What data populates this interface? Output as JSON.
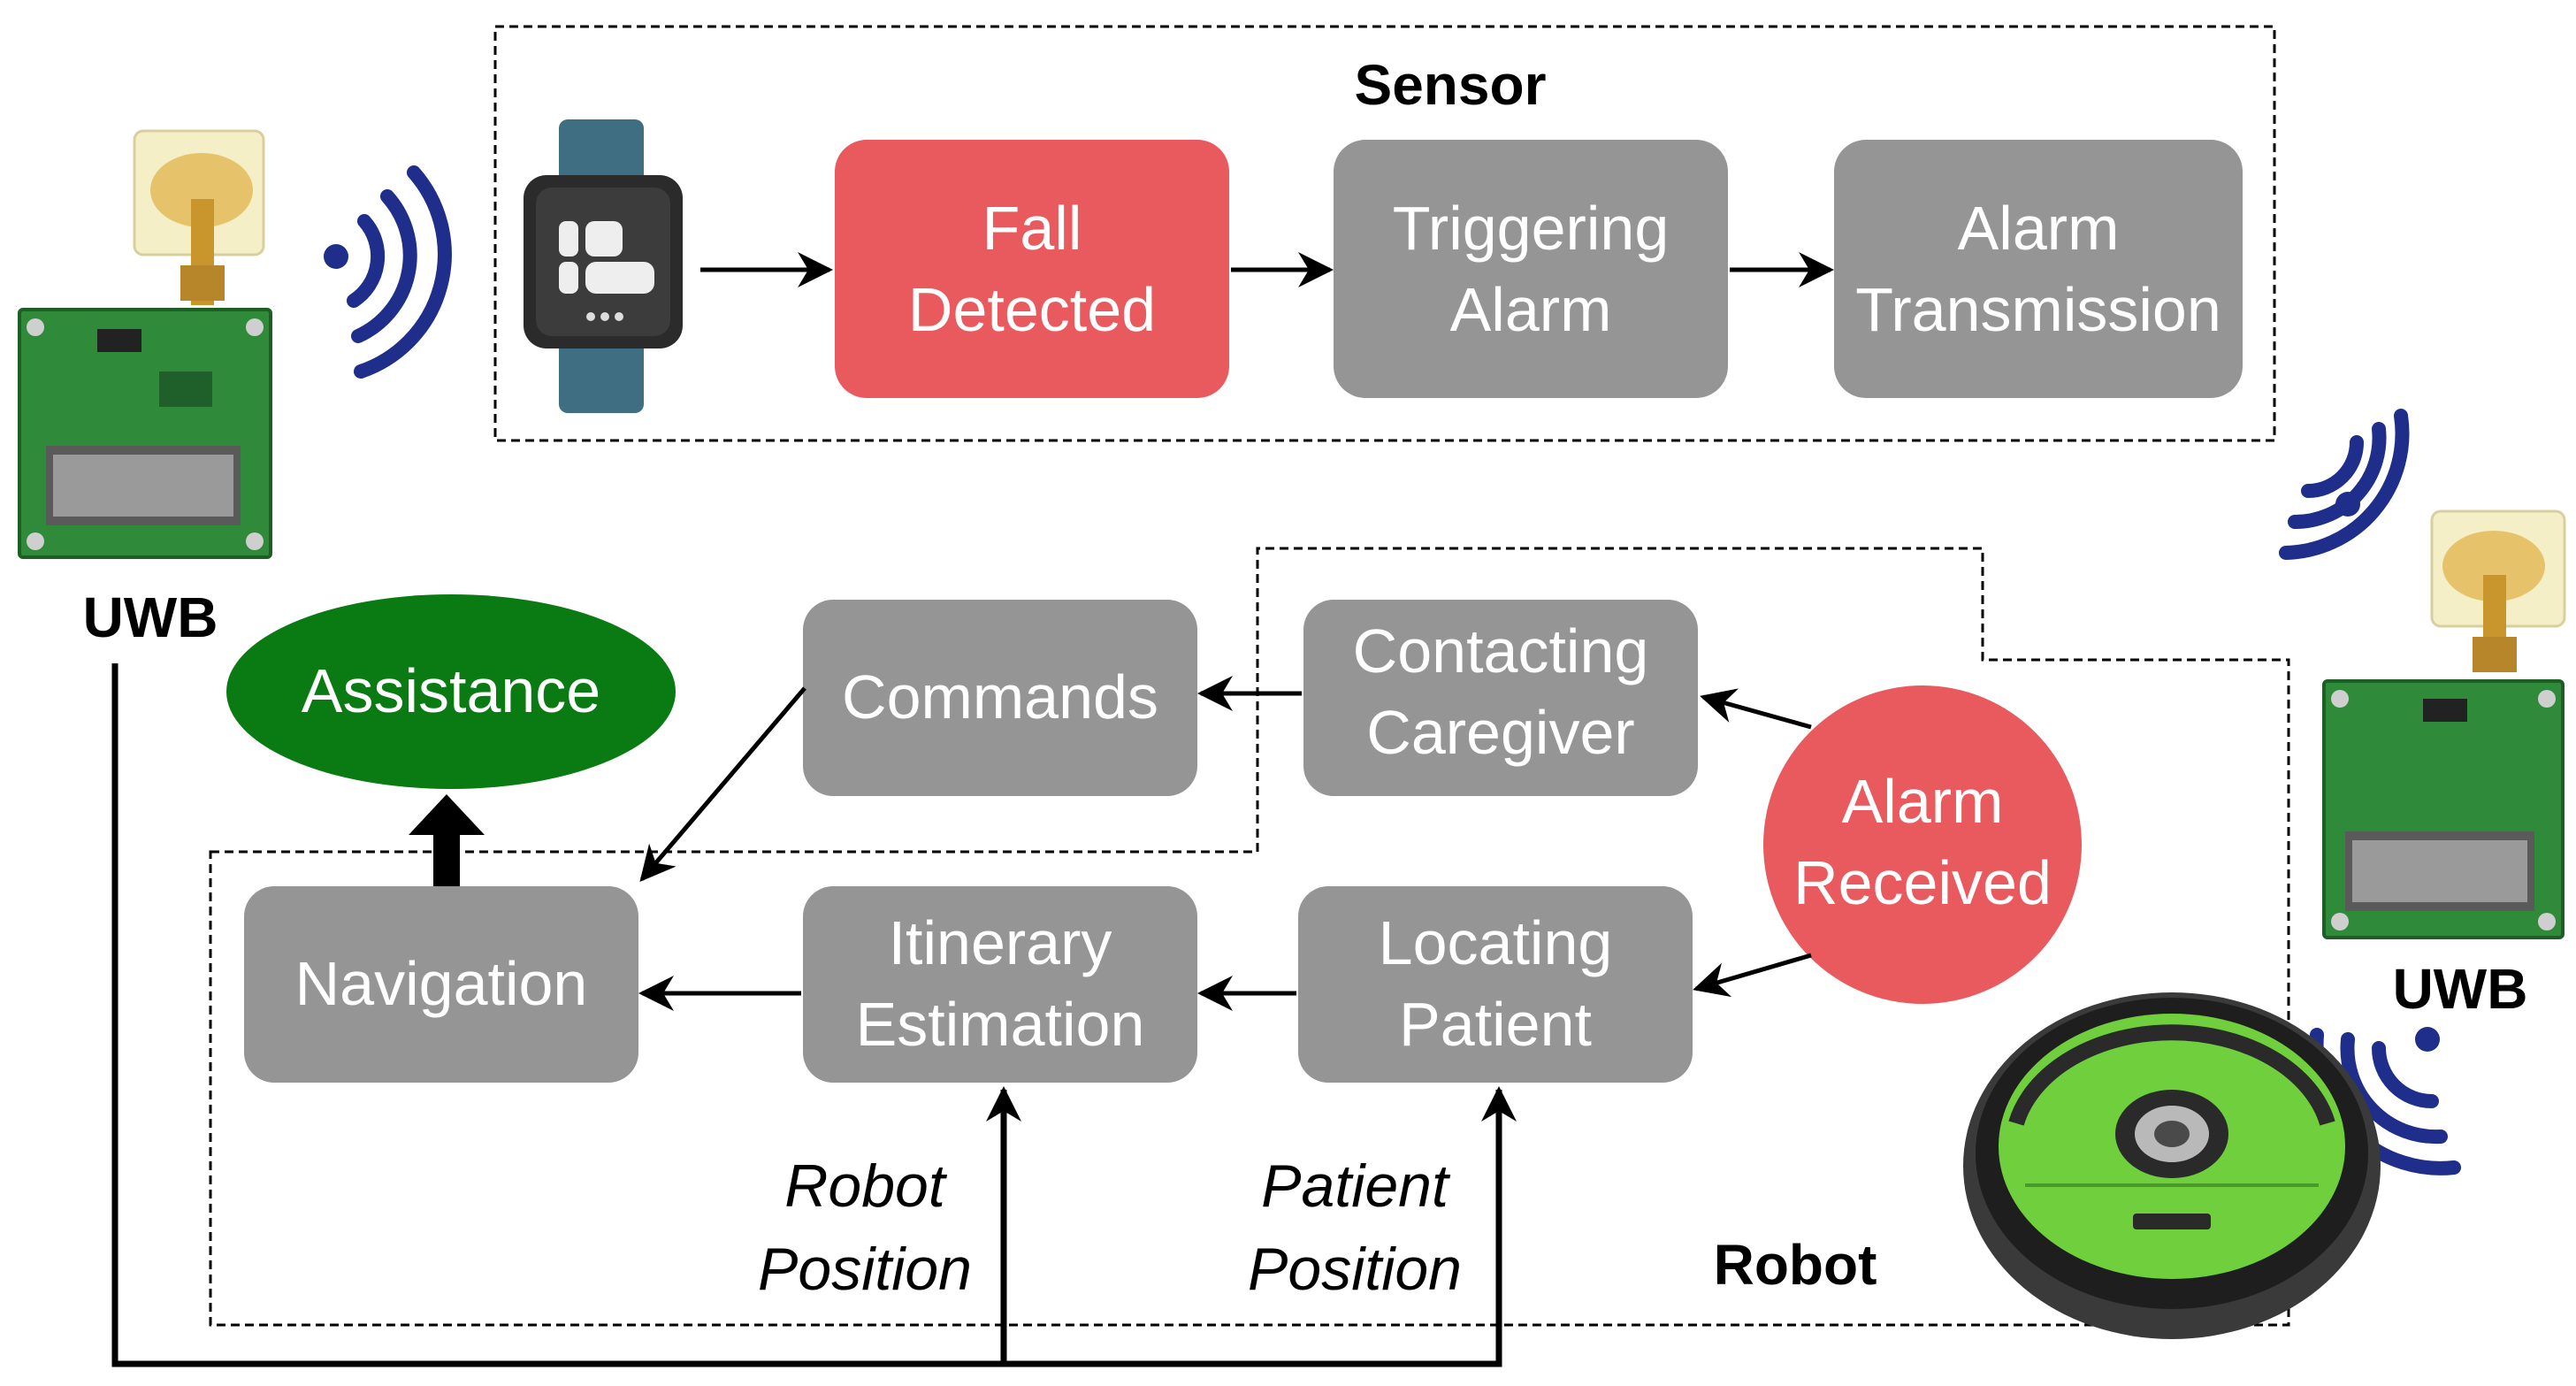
{
  "sensor_group": {
    "title": "Sensor"
  },
  "robot_group": {
    "title": "Robot"
  },
  "uwb_left": {
    "label": "UWB"
  },
  "uwb_right": {
    "label": "UWB"
  },
  "nodes": {
    "fall_detected": {
      "line1": "Fall",
      "line2": "Detected"
    },
    "triggering_alarm": {
      "line1": "Triggering",
      "line2": "Alarm"
    },
    "alarm_transmission": {
      "line1": "Alarm",
      "line2": "Transmission"
    },
    "alarm_received": {
      "line1": "Alarm",
      "line2": "Received"
    },
    "contacting_caregiver": {
      "line1": "Contacting",
      "line2": "Caregiver"
    },
    "commands": {
      "label": "Commands"
    },
    "locating_patient": {
      "line1": "Locating",
      "line2": "Patient"
    },
    "itinerary_estimation": {
      "line1": "Itinerary",
      "line2": "Estimation"
    },
    "navigation": {
      "label": "Navigation"
    },
    "assistance": {
      "label": "Assistance"
    }
  },
  "annotations": {
    "robot_position": {
      "line1": "Robot",
      "line2": "Position"
    },
    "patient_position": {
      "line1": "Patient",
      "line2": "Position"
    }
  },
  "colors": {
    "alert_red": "#e85a5e",
    "process_gray": "#959595",
    "assistance_green": "#0a7a12",
    "signal_blue": "#1f2e8a",
    "pcb_green": "#2f8a3a",
    "robot_green": "#6fcf3c"
  }
}
